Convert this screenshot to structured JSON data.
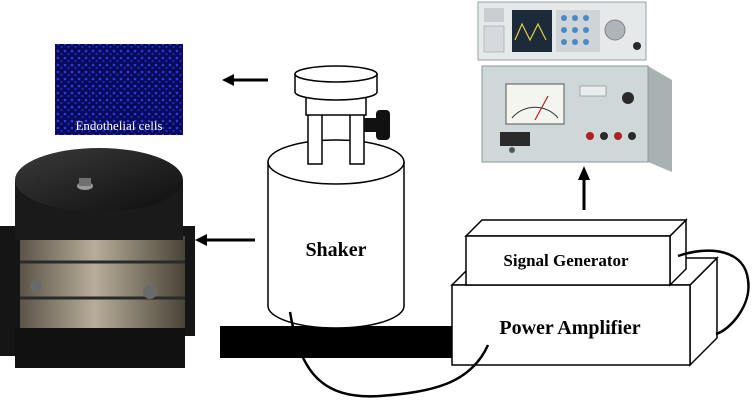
{
  "labels": {
    "endothelial": "Endothelial cells",
    "shaker": "Shaker",
    "signal_generator": "Signal Generator",
    "power_amplifier": "Power Amplifier"
  },
  "colors": {
    "box_fill": "#ffffff",
    "box_stroke": "#000000",
    "base": "#000000",
    "cells_bg": "#0a0a5a",
    "cells_dots": "#2a3cff",
    "device_dark": "#1c1c1c",
    "device_band": "#8a8070",
    "instrument_panel": "#cfd8d8"
  },
  "icons": {
    "arrow_to_cells": "arrow-left-icon",
    "arrow_to_device": "arrow-left-icon",
    "arrow_to_instruments": "arrow-up-icon"
  }
}
